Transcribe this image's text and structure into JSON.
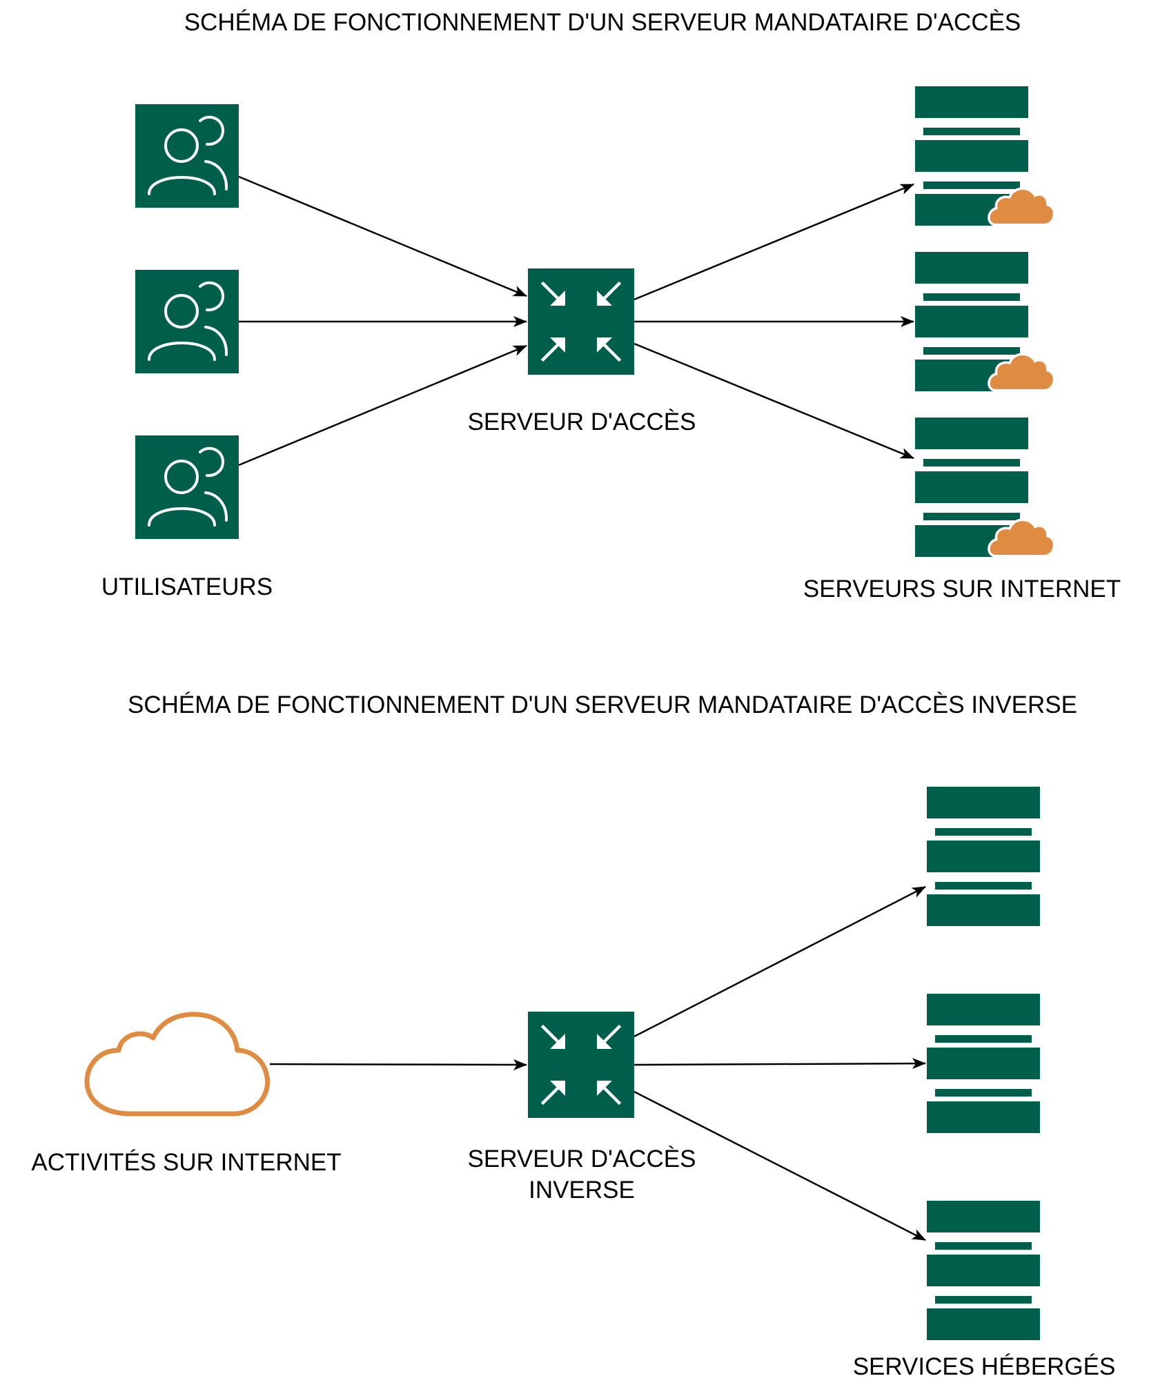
{
  "colors": {
    "node_green": "#005f4b",
    "cloud_orange": "#df8c42",
    "icon_white": "#ffffff",
    "arrow": "#000000"
  },
  "forward": {
    "title": "SCHÉMA DE FONCTIONNEMENT D'UN SERVEUR MANDATAIRE D'ACCÈS",
    "users_label": "UTILISATEURS",
    "proxy_label": "SERVEUR D'ACCÈS",
    "servers_label": "SERVEURS SUR INTERNET",
    "users": [
      {
        "icon": "users-icon"
      },
      {
        "icon": "users-icon"
      },
      {
        "icon": "users-icon"
      }
    ],
    "proxy_icon": "proxy-arrows-icon",
    "servers": [
      {
        "icon": "server-stack-icon",
        "badge": "cloud-icon"
      },
      {
        "icon": "server-stack-icon",
        "badge": "cloud-icon"
      },
      {
        "icon": "server-stack-icon",
        "badge": "cloud-icon"
      }
    ]
  },
  "reverse": {
    "title": "SCHÉMA DE FONCTIONNEMENT D'UN SERVEUR MANDATAIRE D'ACCÈS INVERSE",
    "internet_label": "ACTIVITÉS SUR INTERNET",
    "proxy_label_line1": "SERVEUR D'ACCÈS",
    "proxy_label_line2": "INVERSE",
    "services_label": "SERVICES HÉBERGÉS",
    "internet_icon": "cloud-outline-icon",
    "proxy_icon": "proxy-arrows-icon",
    "services": [
      {
        "icon": "server-stack-icon"
      },
      {
        "icon": "server-stack-icon"
      },
      {
        "icon": "server-stack-icon"
      }
    ]
  }
}
